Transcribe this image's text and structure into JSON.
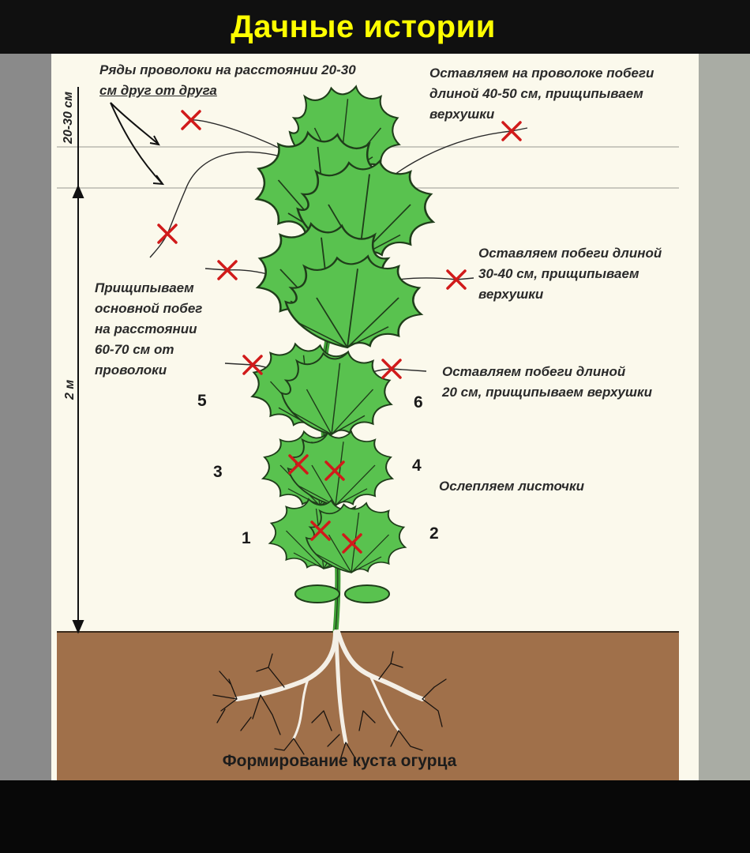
{
  "header": {
    "title": "Дачные истории"
  },
  "labels": {
    "wire_rows": [
      "Ряды проволоки на расстоянии 20-30",
      "см друг от друга"
    ],
    "top_right": [
      "Оставляем на проволоке побеги",
      "длиной 40-50 см, прищипываем",
      "верхушки"
    ],
    "mid_right": [
      "Оставляем побеги длиной",
      "30-40 см, прищипываем",
      "верхушки"
    ],
    "low_right": [
      "Оставляем побеги длиной",
      "20 см, прищипываем верхушки"
    ],
    "blind": "Ослепляем листочки",
    "pinch_main": [
      "Прищипываем",
      "основной побег",
      "на расстоянии",
      "60-70 см от",
      "проволоки"
    ],
    "dim_top": "20-30 см",
    "dim_height": "2 м",
    "caption": "Формирование куста огурца"
  },
  "numbers": [
    "1",
    "2",
    "3",
    "4",
    "5",
    "6"
  ],
  "colors": {
    "header_text": "#ffff00",
    "leaf": "#59c24f",
    "leaf_outline": "#1f3d1a",
    "stem": "#3f9e36",
    "soil": "#a0704a",
    "mark": "#d11a1a",
    "background": "#fbf9ec"
  }
}
